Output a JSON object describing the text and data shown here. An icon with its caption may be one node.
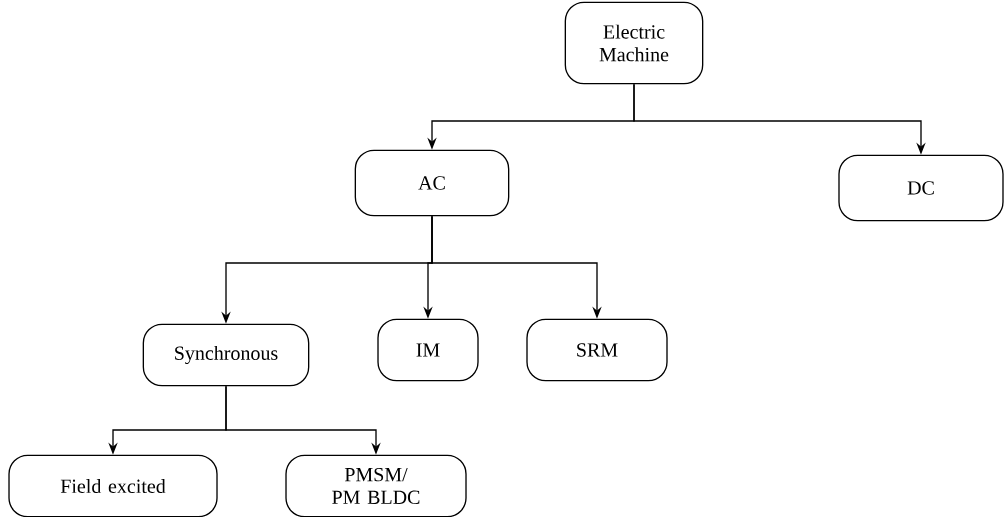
{
  "diagram": {
    "nodes": [
      {
        "text": [
          "Electric Machine"
        ]
      },
      {
        "text": [
          "AC"
        ]
      },
      {
        "text": [
          "DC"
        ]
      },
      {
        "text": [
          "Synchronous"
        ]
      },
      {
        "text": [
          "IM"
        ]
      },
      {
        "text": [
          "SRM"
        ]
      },
      {
        "text": [
          "Field excited"
        ]
      },
      {
        "text": [
          "PMSM/ PM BLDC"
        ]
      }
    ],
    "edges": [
      {
        "from": 0,
        "to": 1,
        "arrow": "to"
      },
      {
        "from": 0,
        "to": 2,
        "arrow": "to"
      },
      {
        "from": 1,
        "to": 3,
        "arrow": "to"
      },
      {
        "from": 1,
        "to": 4,
        "arrow": "to"
      },
      {
        "from": 1,
        "to": 5,
        "arrow": "to"
      },
      {
        "from": 3,
        "to": 6,
        "arrow": "to"
      },
      {
        "from": 3,
        "to": 7,
        "arrow": "to"
      }
    ]
  }
}
